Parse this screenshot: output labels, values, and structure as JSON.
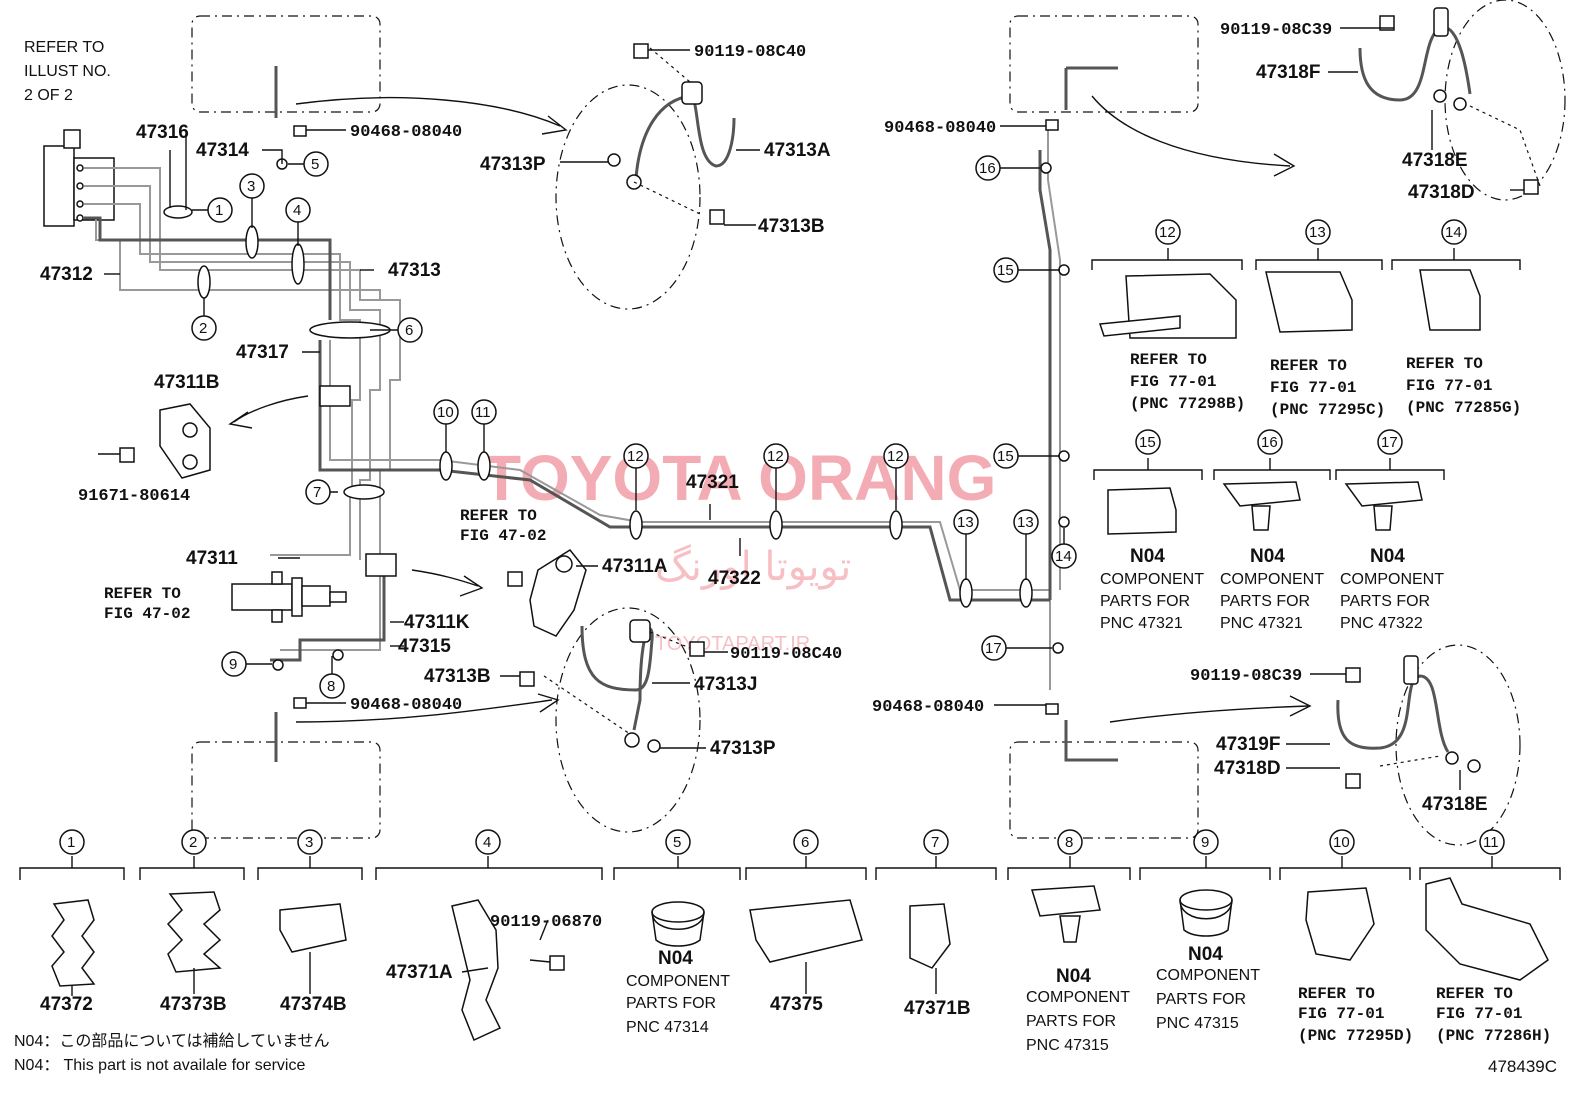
{
  "refer_illust": [
    "REFER TO",
    "ILLUST NO.",
    "2 OF 2"
  ],
  "refer_fig_47_02": [
    "REFER TO",
    "FIG 47-02"
  ],
  "refer_fig_77_01": [
    "REFER TO",
    "FIG 77-01"
  ],
  "parts": {
    "p47316": "47316",
    "p47314": "47314",
    "p47312": "47312",
    "p47313": "47313",
    "p47317": "47317",
    "p47311B": "47311B",
    "p91671": "91671-80614",
    "p47311": "47311",
    "p47311K": "47311K",
    "p47315": "47315",
    "p90468a": "90468-08040",
    "p90468b": "90468-08040",
    "p90468c": "90468-08040",
    "p90468d": "90468-08040",
    "p90119_c40a": "90119-08C40",
    "p47313A": "47313A",
    "p47313P_top": "47313P",
    "p47313B_top": "47313B",
    "p47311A": "47311A",
    "p47321": "47321",
    "p47322": "47322",
    "p90119_c40b": "90119-08C40",
    "p47313B_bot": "47313B",
    "p47313J": "47313J",
    "p47313P_bot": "47313P",
    "p90119_c39a": "90119-08C39",
    "p47318F": "47318F",
    "p47318E_top": "47318E",
    "p47318D_top": "47318D",
    "p90119_c39b": "90119-08C39",
    "p47319F": "47319F",
    "p47318D_bot": "47318D",
    "p47318E_bot": "47318E",
    "p47372": "47372",
    "p47373B": "47373B",
    "p47374B": "47374B",
    "p47371A": "47371A",
    "p90119_06870": "90119-06870",
    "p47375": "47375",
    "p47371B": "47371B"
  },
  "pnc_refs": {
    "c12": "(PNC 77298B)",
    "c13": "(PNC 77295C)",
    "c14": "(PNC 77285G)",
    "c10": "(PNC 77295D)",
    "c11": "(PNC 77286H)"
  },
  "n04": {
    "code": "N04",
    "component": "COMPONENT",
    "parts_for": "PARTS FOR",
    "pnc_47321": "PNC 47321",
    "pnc_47322": "PNC 47322",
    "pnc_47314": "PNC 47314",
    "pnc_47315": "PNC 47315"
  },
  "callouts": [
    "1",
    "2",
    "3",
    "4",
    "5",
    "6",
    "7",
    "8",
    "9",
    "10",
    "11",
    "12",
    "13",
    "14",
    "15",
    "16",
    "17"
  ],
  "footnotes": {
    "jp": "N04：この部品については補給していません",
    "en": "N04： This part is not availale for service"
  },
  "figure_number": "478439C",
  "watermark": {
    "en": "TOYOTA ORANG",
    "fa": "تویوتا اورنگ",
    "url": "TOYOTAPART.IR"
  }
}
